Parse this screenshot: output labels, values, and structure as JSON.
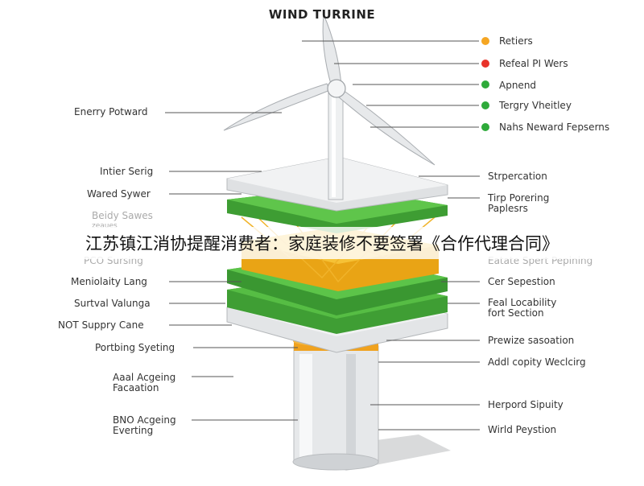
{
  "title": "WIND TURRINE",
  "overlay_text": "江苏镇江消协提醒消费者：家庭装修不要签署《合作代理合同》",
  "left_labels": [
    {
      "id": "energy-potward",
      "text": "Enerry Potward"
    },
    {
      "id": "inter-serig",
      "text": "Intier Serig"
    },
    {
      "id": "wared-sywer",
      "text": "Wared Sywer"
    },
    {
      "id": "beidy-sawes",
      "text": "Beidy Sawes",
      "sub": "zeaues"
    },
    {
      "id": "pco-sursing",
      "text": "PCO Sursing"
    },
    {
      "id": "meniolaity-lang",
      "text": "Meniolaity Lang"
    },
    {
      "id": "surtval-valunga",
      "text": "Surtval Valunga"
    },
    {
      "id": "not-suppry-cane",
      "text": "NOT Suppry Cane"
    },
    {
      "id": "portbing-syeting",
      "text": "Portbing Syeting"
    },
    {
      "id": "aaal-acgeing",
      "text": "Aaal Acgeing",
      "sub": "Facaation"
    },
    {
      "id": "bno-acgeing",
      "text": "BNO Acgeing",
      "sub": "Everting"
    }
  ],
  "right_labels": [
    {
      "id": "retiers",
      "text": "Retiers",
      "dot": "orange"
    },
    {
      "id": "refeal-pi-wers",
      "text": "Refeal PI Wers",
      "dot": "red"
    },
    {
      "id": "apnend",
      "text": "Apnend",
      "dot": "green"
    },
    {
      "id": "tergry-vheitley",
      "text": "Tergry Vheitley",
      "dot": "green"
    },
    {
      "id": "nahs-neward-fepserns",
      "text": "Nahs Neward Fepserns",
      "dot": "green"
    },
    {
      "id": "strpercation",
      "text": "Strpercation"
    },
    {
      "id": "tirp-porering",
      "text": "Tirp Porering",
      "sub": "Paplesrs"
    },
    {
      "id": "eatate-spert-pepining",
      "text": "Eatate Spert Pepining"
    },
    {
      "id": "cer-sepestion",
      "text": "Cer Sepestion"
    },
    {
      "id": "feal-locability",
      "text": "Feal Locability",
      "sub": "fort Section"
    },
    {
      "id": "prewize-sasoation",
      "text": "Prewize sasoation"
    },
    {
      "id": "addl-copity-weclcirg",
      "text": "Addl copity Weclcirg"
    },
    {
      "id": "herpord-sipuity",
      "text": "Herpord Sipuity"
    },
    {
      "id": "wirld-peystion",
      "text": "Wirld Peystion"
    }
  ],
  "colors": {
    "orange": "#f5a623",
    "red": "#e8332a",
    "green": "#2eaa3a",
    "grass": "#4bb33a",
    "grass_dark": "#2f8f2a",
    "yellow": "#f3b41c",
    "platform": "#e9ebed",
    "column": "#e2e4e6",
    "band": "#f0a21e"
  }
}
